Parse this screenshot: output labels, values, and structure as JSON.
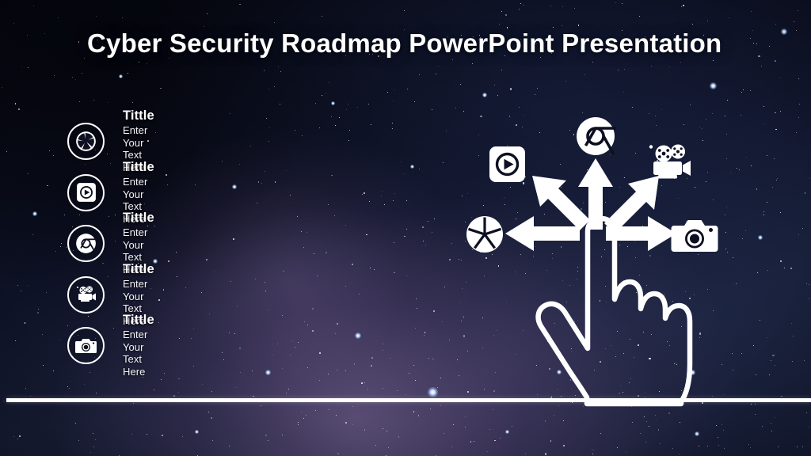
{
  "slide": {
    "title": "Cyber Security Roadmap PowerPoint Presentation",
    "background_description": "night sky starfield with purple milky way nebula",
    "colors": {
      "foreground": "#ffffff",
      "background_dark": "#05060d",
      "background_mid": "#141a30",
      "nebula_purple": "#96789b"
    }
  },
  "features": [
    {
      "icon": "aperture-icon",
      "title": "Tittle",
      "subtitle": "Enter Your Text Here"
    },
    {
      "icon": "play-square-icon",
      "title": "Tittle",
      "subtitle": "Enter Your Text Here"
    },
    {
      "icon": "chrome-icon",
      "title": "Tittle",
      "subtitle": "Enter Your Text Here"
    },
    {
      "icon": "movie-camera-icon",
      "title": "Tittle",
      "subtitle": "Enter Your Text Here"
    },
    {
      "icon": "photo-camera-icon",
      "title": "Tittle",
      "subtitle": "Enter Your Text Here"
    }
  ],
  "illustration": {
    "name": "hand-pointing-with-radiating-arrows",
    "hand": "outline-hand-index-finger-pointing-up",
    "arrow_count": 5,
    "arrows": [
      {
        "direction": "left",
        "target_icon": "aperture-icon"
      },
      {
        "direction": "up-left",
        "target_icon": "play-square-icon"
      },
      {
        "direction": "up",
        "target_icon": "chrome-icon"
      },
      {
        "direction": "up-right",
        "target_icon": "movie-camera-icon"
      },
      {
        "direction": "right",
        "target_icon": "photo-camera-icon"
      }
    ]
  },
  "baseline": {
    "label": "horizontal-rule"
  }
}
